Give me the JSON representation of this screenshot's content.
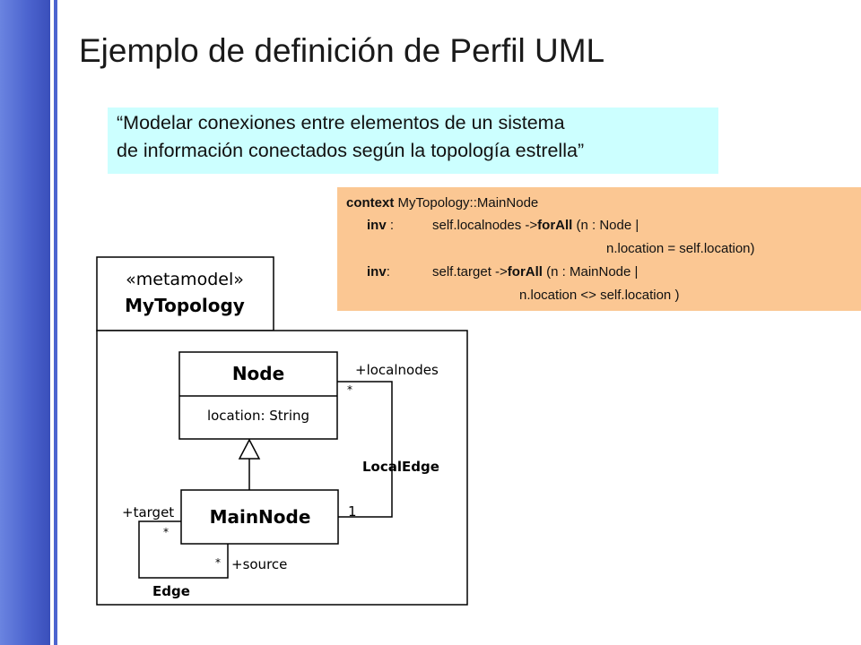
{
  "slide": {
    "title": "Ejemplo de definición de Perfil UML",
    "quote": {
      "line1": "“Modelar conexiones entre elementos de un sistema",
      "line2": "de información conectados según la topología estrella”"
    },
    "ocl": {
      "context_kw": "context",
      "context_rest": " MyTopology::MainNode",
      "inv1_kw": "inv",
      "inv1_sep": " :",
      "inv1_expr": "self.localnodes ->",
      "inv1_op": "forAll",
      "inv1_args": " (n : Node |",
      "inv1_cont": "n.location = self.location)",
      "inv2_kw": "inv",
      "inv2_sep": ":",
      "inv2_expr": "self.target  ->",
      "inv2_op": "forAll",
      "inv2_args": " (n : MainNode |",
      "inv2_cont": "n.location <> self.location )"
    }
  },
  "diagram": {
    "package": {
      "stereotype": "«metamodel»",
      "name": "MyTopology"
    },
    "node_class": {
      "name": "Node",
      "attribute": "location: String"
    },
    "mainnode_class": {
      "name": "MainNode"
    },
    "local_edge": {
      "name": "LocalEdge",
      "role": "+localnodes",
      "role_multiplicity": "*",
      "owner_multiplicity": "1"
    },
    "edge": {
      "name": "Edge",
      "target_role": "+target",
      "target_multiplicity": "*",
      "source_role": "+source",
      "source_multiplicity": "*"
    }
  }
}
